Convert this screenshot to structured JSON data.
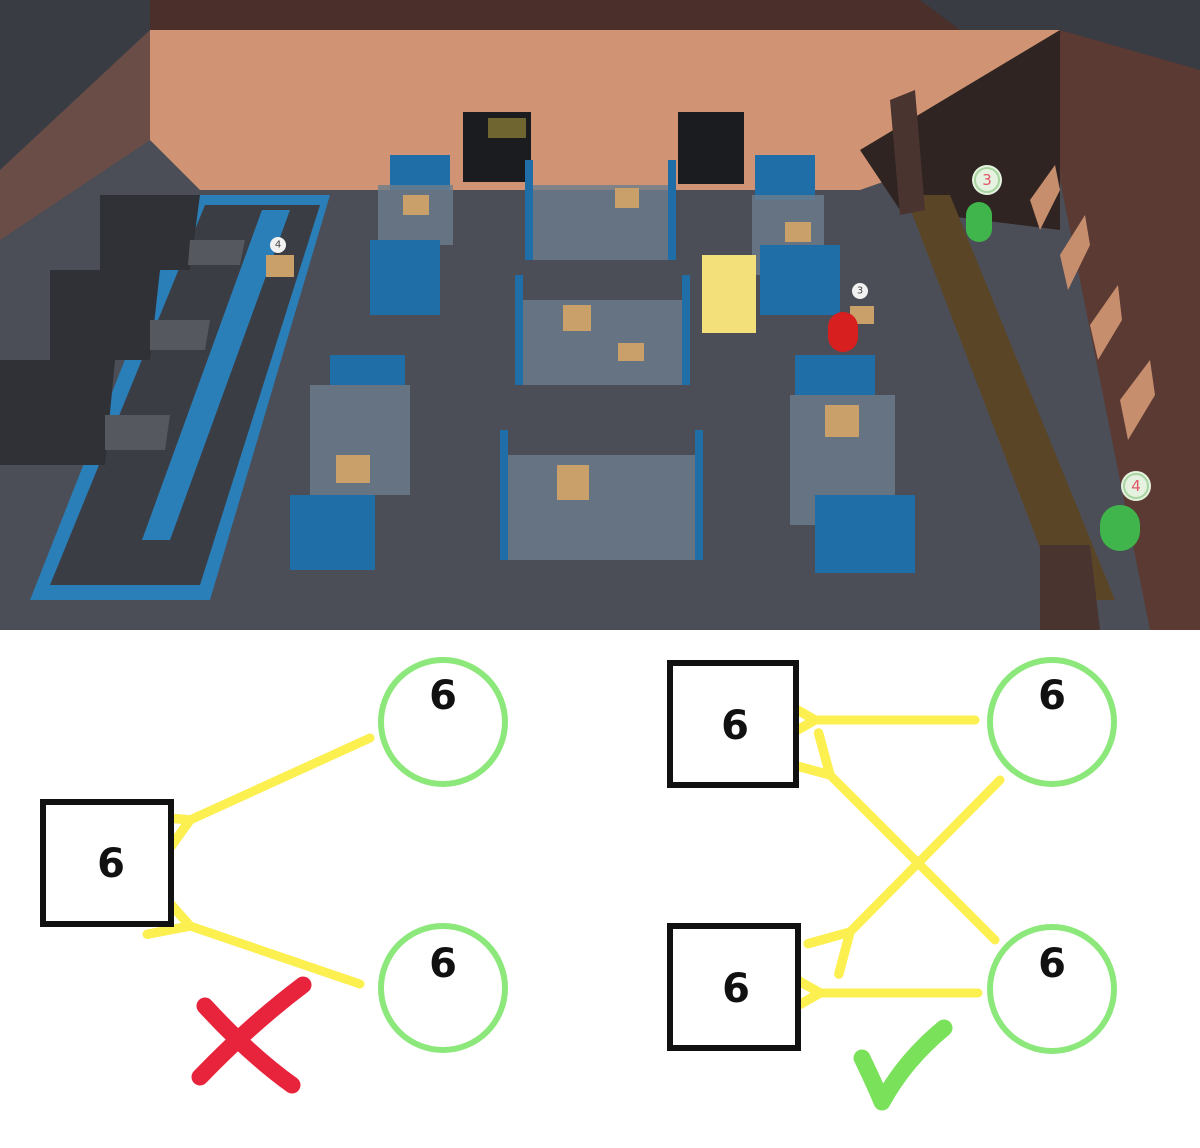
{
  "scene": {
    "package_tags": [
      "4",
      "3"
    ],
    "agent_markers": [
      "3",
      "4"
    ],
    "colors": {
      "floor": "#4b4e56",
      "wall": "#d09474",
      "shelf_frame": "#1f6ea8",
      "conveyor": "#2a7fb8",
      "box": "#c9a06a",
      "agent_red": "#d81f1f",
      "agent_green": "#3fb54b",
      "yellow_block": "#f3e07a"
    }
  },
  "diagram": {
    "left_panel": {
      "square_label": "6",
      "circle_labels": [
        "6",
        "6"
      ],
      "verdict": "cross-mark"
    },
    "right_panel": {
      "square_labels": [
        "6",
        "6"
      ],
      "circle_labels": [
        "6",
        "6"
      ],
      "verdict": "check-mark"
    },
    "colors": {
      "circle": "#8ce87a",
      "arrow": "#fcef50",
      "square": "#111111",
      "cross": "#e8243c",
      "check": "#7ae15a"
    }
  }
}
